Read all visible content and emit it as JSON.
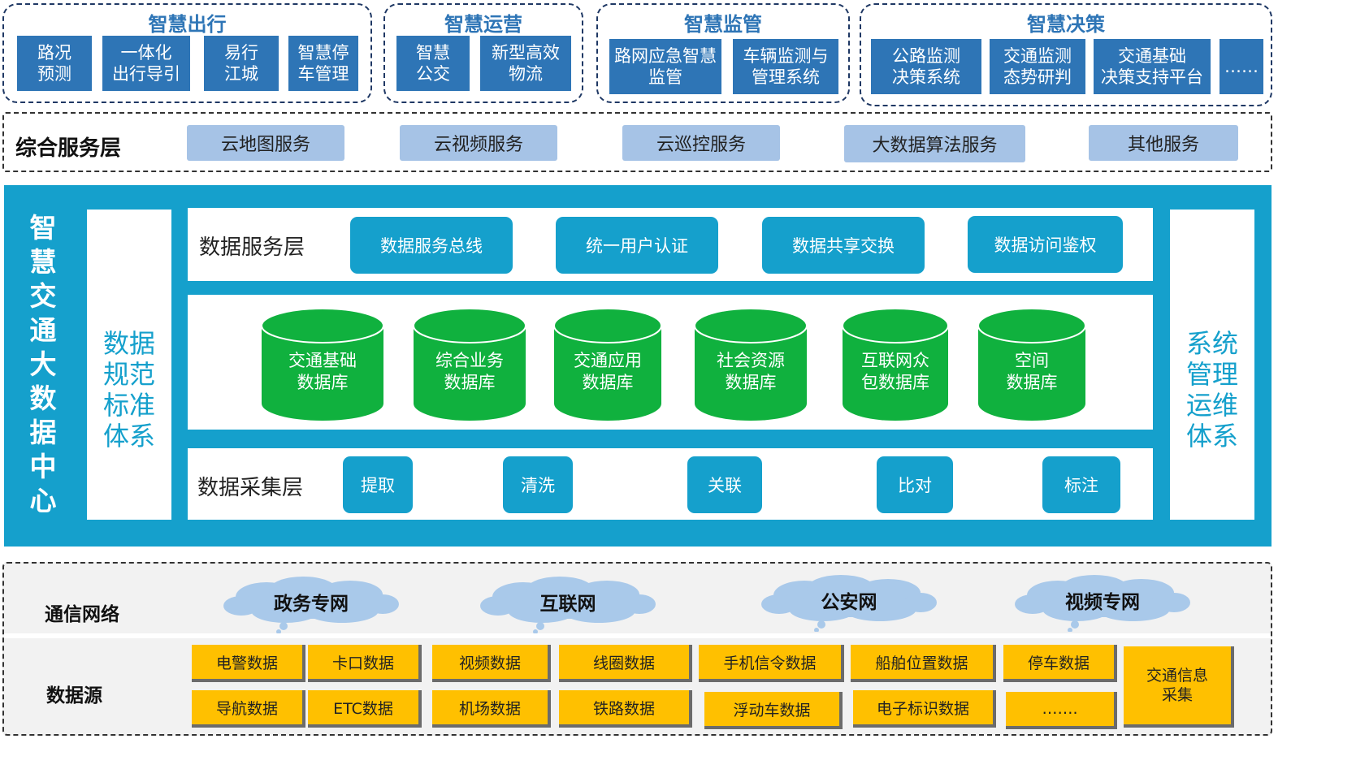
{
  "top_groups": [
    {
      "title": "智慧出行",
      "items": [
        "路况\n预测",
        "一体化\n出行导引",
        "易行\n江城",
        "智慧停\n车管理"
      ]
    },
    {
      "title": "智慧运营",
      "items": [
        "智慧\n公交",
        "新型高效\n物流"
      ]
    },
    {
      "title": "智慧监管",
      "items": [
        "路网应急智慧\n监管",
        "车辆监测与\n管理系统"
      ]
    },
    {
      "title": "智慧决策",
      "items": [
        "公路监测\n决策系统",
        "交通监测\n态势研判",
        "交通基础\n决策支持平台",
        "……"
      ]
    }
  ],
  "service_layer": {
    "label": "综合服务层",
    "items": [
      "云地图服务",
      "云视频服务",
      "云巡控服务",
      "大数据算法服务",
      "其他服务"
    ]
  },
  "center": {
    "title": "智慧交通大数据中心",
    "left_system": "数据规范标准体系",
    "right_system": "系统管理运维体系",
    "data_service_layer": {
      "label": "数据服务层",
      "items": [
        "数据服务总线",
        "统一用户认证",
        "数据共享交换",
        "数据访问鉴权"
      ]
    },
    "databases": [
      "交通基础\n数据库",
      "综合业务\n数据库",
      "交通应用\n数据库",
      "社会资源\n数据库",
      "互联网众\n包数据库",
      "空间\n数据库"
    ],
    "data_collection_layer": {
      "label": "数据采集层",
      "items": [
        "提取",
        "清洗",
        "关联",
        "比对",
        "标注"
      ]
    }
  },
  "network": {
    "label": "通信网络",
    "clouds": [
      "政务专网",
      "互联网",
      "公安网",
      "视频专网"
    ]
  },
  "data_source": {
    "label": "数据源",
    "row1": [
      "电警数据",
      "卡口数据",
      "视频数据",
      "线圈数据",
      "手机信令数据",
      "船舶位置数据",
      "停车数据"
    ],
    "row2": [
      "导航数据",
      "ETC数据",
      "机场数据",
      "铁路数据",
      "浮动车数据",
      "电子标识数据",
      "……."
    ],
    "big": "交通信息\n采集"
  },
  "colors": {
    "app_blue": "#2e75b6",
    "service_blue": "#a6c3e6",
    "teal": "#15a0cc",
    "db_green": "#10b13e",
    "source_yellow": "#ffc000"
  }
}
